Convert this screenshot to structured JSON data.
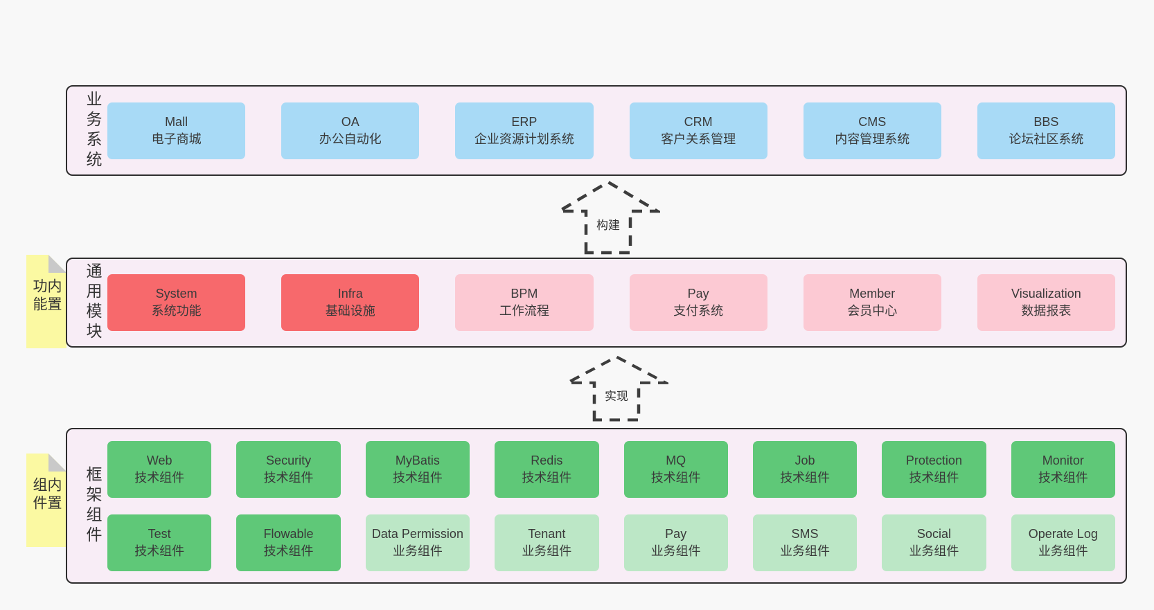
{
  "colors": {
    "page": "#f8f8f8",
    "panel": "#f8edf6",
    "panelBorder": "#2e2e2e",
    "blue": "#a8daf6",
    "red": "#f7696c",
    "pink": "#fcc9d3",
    "green": "#5fc878",
    "lightgreen": "#bce7c6",
    "sticky": "#fbf9a2",
    "fold": "#c9c9c9",
    "ink": "#3a3a3a",
    "arrow": "#3d3d3d"
  },
  "arrows": [
    {
      "label": "构建"
    },
    {
      "label": "实现"
    }
  ],
  "sections": [
    {
      "label": "业务系统",
      "sticky": null,
      "boxes": [
        {
          "title": "Mall",
          "subtitle": "电子商城",
          "variant": "blue"
        },
        {
          "title": "OA",
          "subtitle": "办公自动化",
          "variant": "blue"
        },
        {
          "title": "ERP",
          "subtitle": "企业资源计划系统",
          "variant": "blue"
        },
        {
          "title": "CRM",
          "subtitle": "客户关系管理",
          "variant": "blue"
        },
        {
          "title": "CMS",
          "subtitle": "内容管理系统",
          "variant": "blue"
        },
        {
          "title": "BBS",
          "subtitle": "论坛社区系统",
          "variant": "blue"
        }
      ]
    },
    {
      "label": "通用模块",
      "sticky": "内置功能",
      "boxes": [
        {
          "title": "System",
          "subtitle": "系统功能",
          "variant": "red"
        },
        {
          "title": "Infra",
          "subtitle": "基础设施",
          "variant": "red"
        },
        {
          "title": "BPM",
          "subtitle": "工作流程",
          "variant": "pink"
        },
        {
          "title": "Pay",
          "subtitle": "支付系统",
          "variant": "pink"
        },
        {
          "title": "Member",
          "subtitle": "会员中心",
          "variant": "pink"
        },
        {
          "title": "Visualization",
          "subtitle": "数据报表",
          "variant": "pink"
        }
      ]
    },
    {
      "label": "框架组件",
      "sticky": "内置组件",
      "boxes": [
        {
          "title": "Web",
          "subtitle": "技术组件",
          "variant": "green"
        },
        {
          "title": "Security",
          "subtitle": "技术组件",
          "variant": "green"
        },
        {
          "title": "MyBatis",
          "subtitle": "技术组件",
          "variant": "green"
        },
        {
          "title": "Redis",
          "subtitle": "技术组件",
          "variant": "green"
        },
        {
          "title": "MQ",
          "subtitle": "技术组件",
          "variant": "green"
        },
        {
          "title": "Job",
          "subtitle": "技术组件",
          "variant": "green"
        },
        {
          "title": "Protection",
          "subtitle": "技术组件",
          "variant": "green"
        },
        {
          "title": "Monitor",
          "subtitle": "技术组件",
          "variant": "green"
        },
        {
          "title": "Test",
          "subtitle": "技术组件",
          "variant": "green"
        },
        {
          "title": "Flowable",
          "subtitle": "技术组件",
          "variant": "green"
        },
        {
          "title": "Data Permission",
          "subtitle": "业务组件",
          "variant": "lightgreen"
        },
        {
          "title": "Tenant",
          "subtitle": "业务组件",
          "variant": "lightgreen"
        },
        {
          "title": "Pay",
          "subtitle": "业务组件",
          "variant": "lightgreen"
        },
        {
          "title": "SMS",
          "subtitle": "业务组件",
          "variant": "lightgreen"
        },
        {
          "title": "Social",
          "subtitle": "业务组件",
          "variant": "lightgreen"
        },
        {
          "title": "Operate Log",
          "subtitle": "业务组件",
          "variant": "lightgreen"
        }
      ]
    }
  ]
}
